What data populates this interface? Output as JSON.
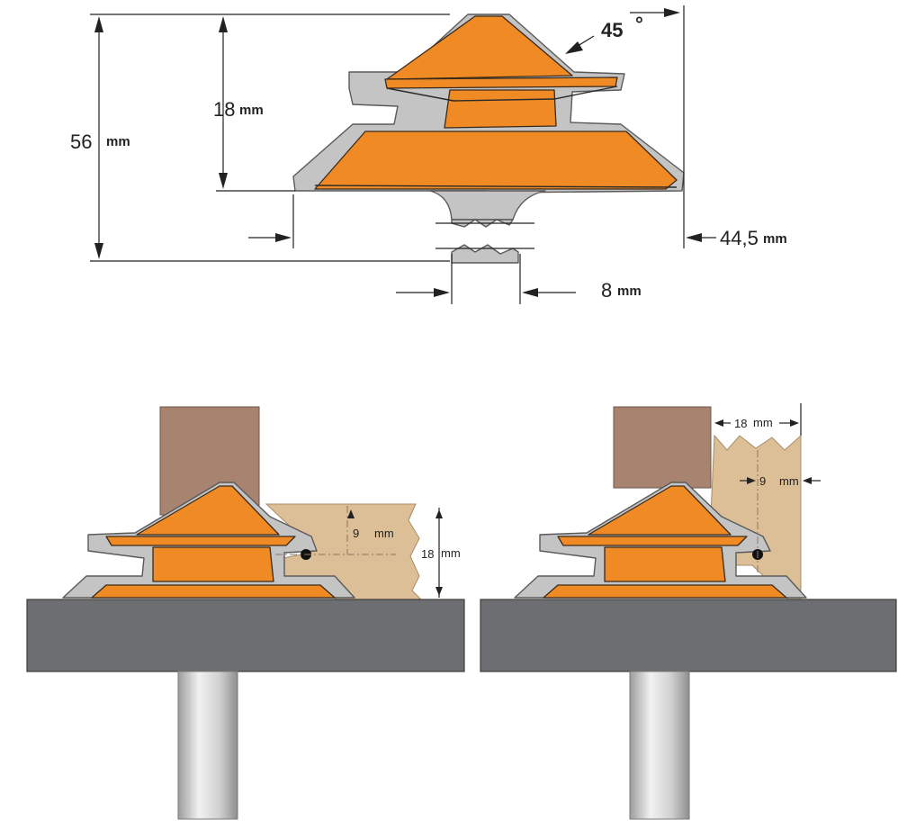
{
  "top_drawing": {
    "angle_value": "45",
    "angle_unit": "°",
    "height_total_value": "56",
    "height_total_unit": "mm",
    "cut_height_value": "18",
    "cut_height_unit": "mm",
    "diameter_value": "44,5",
    "diameter_unit": "mm",
    "shank_value": "8",
    "shank_unit": "mm"
  },
  "left_example": {
    "offset_value": "9",
    "offset_unit": "mm",
    "board_value": "18",
    "board_unit": "mm"
  },
  "right_example": {
    "board_value": "18",
    "board_unit": "mm",
    "offset_value": "9",
    "offset_unit": "mm"
  },
  "colors": {
    "cutter_orange": "#f08a24",
    "steel_grey": "#c4c4c4",
    "table_grey": "#6d6e71",
    "fence_wood": "#a88470",
    "board_wood": "#dcbf96"
  }
}
